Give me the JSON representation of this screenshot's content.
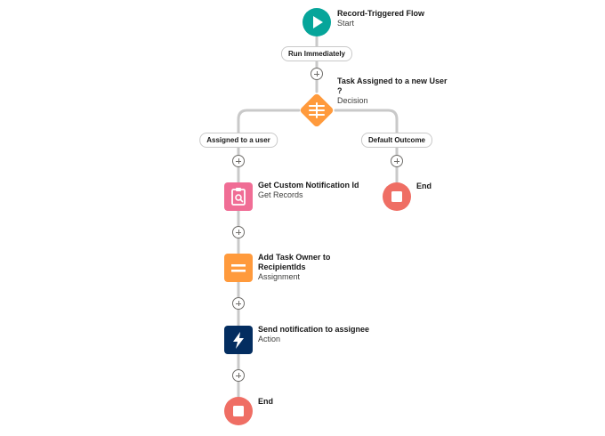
{
  "flow": {
    "start": {
      "title": "Record-Triggered Flow",
      "subtitle": "Start",
      "color": "#06a59a"
    },
    "run_pill": "Run Immediately",
    "decision": {
      "title_line1": "Task Assigned to a new User",
      "title_line2": "?",
      "subtitle": "Decision",
      "color": "#ff9a3c"
    },
    "branches": {
      "left": {
        "label": "Assigned to a user"
      },
      "right": {
        "label": "Default Outcome"
      }
    },
    "get_records": {
      "title": "Get Custom Notification Id",
      "subtitle": "Get Records",
      "color": "#f06d95"
    },
    "assignment": {
      "title_line1": "Add Task Owner to",
      "title_line2": "RecipientIds",
      "subtitle": "Assignment",
      "color": "#ff9a3c"
    },
    "action": {
      "title": "Send notification to assignee",
      "subtitle": "Action",
      "color": "#032d60"
    },
    "end_left": {
      "title": "End",
      "color": "#ef6e64"
    },
    "end_right": {
      "title": "End",
      "color": "#ef6e64"
    },
    "icons": {
      "start": "play-icon",
      "decision": "decision-icon",
      "get_records": "record-lookup-icon",
      "assignment": "assignment-icon",
      "action": "lightning-bolt-icon",
      "end": "stop-icon",
      "add": "plus-circle-icon"
    },
    "connector_color": "#c9c9c9"
  }
}
